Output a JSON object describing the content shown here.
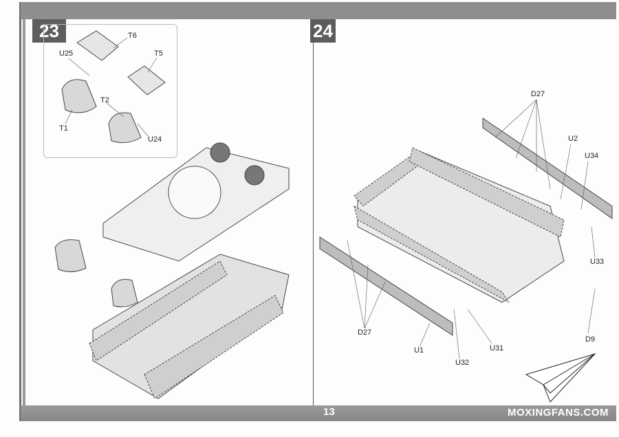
{
  "steps": [
    {
      "number": "23",
      "labels": {
        "t6": "T6",
        "u25": "U25",
        "t5": "T5",
        "t2": "T2",
        "t1": "T1",
        "u24": "U24"
      }
    },
    {
      "number": "24",
      "labels": {
        "d27_top": "D27",
        "u2": "U2",
        "u34": "U34",
        "u33": "U33",
        "d27_bottom": "D27",
        "u1": "U1",
        "u31": "U31",
        "u32": "U32",
        "d9": "D9"
      }
    }
  ],
  "footer": {
    "page_number": "13",
    "watermark": "MOXINGFANS.COM"
  },
  "colors": {
    "bar": "#8e8e8e",
    "badge": "#5d5d5d"
  }
}
